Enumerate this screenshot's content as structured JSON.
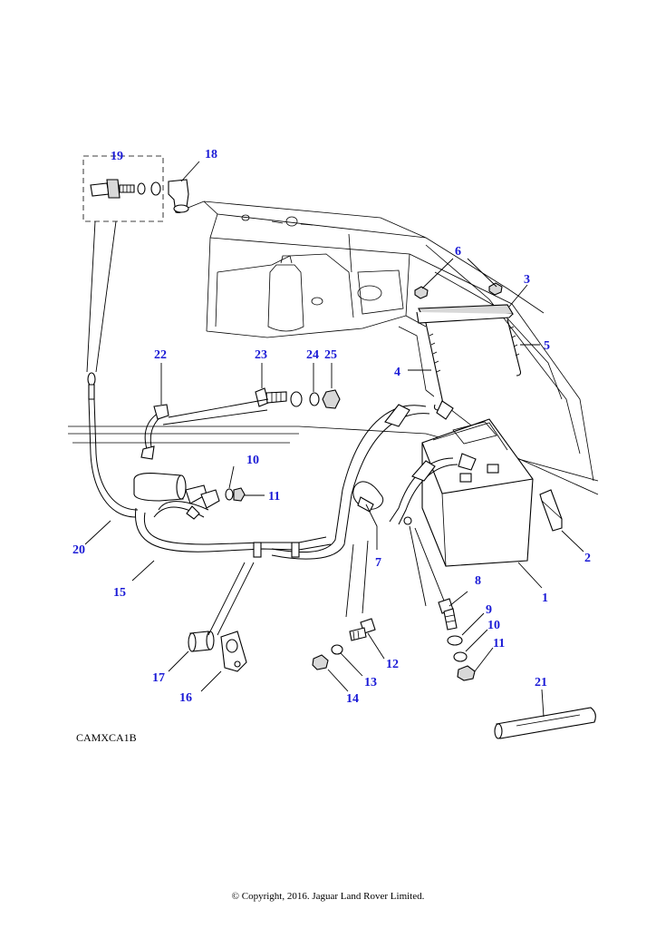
{
  "reference_code": "CAMXCA1B",
  "copyright": "© Copyright, 2016. Jaguar Land Rover Limited.",
  "callouts": [
    {
      "id": "c1",
      "label": "1"
    },
    {
      "id": "c2",
      "label": "2"
    },
    {
      "id": "c3",
      "label": "3"
    },
    {
      "id": "c4",
      "label": "4"
    },
    {
      "id": "c5",
      "label": "5"
    },
    {
      "id": "c6",
      "label": "6"
    },
    {
      "id": "c7",
      "label": "7"
    },
    {
      "id": "c8",
      "label": "8"
    },
    {
      "id": "c9",
      "label": "9"
    },
    {
      "id": "c10a",
      "label": "10"
    },
    {
      "id": "c10b",
      "label": "10"
    },
    {
      "id": "c11a",
      "label": "11"
    },
    {
      "id": "c11b",
      "label": "11"
    },
    {
      "id": "c12",
      "label": "12"
    },
    {
      "id": "c13",
      "label": "13"
    },
    {
      "id": "c14",
      "label": "14"
    },
    {
      "id": "c15",
      "label": "15"
    },
    {
      "id": "c16",
      "label": "16"
    },
    {
      "id": "c17",
      "label": "17"
    },
    {
      "id": "c18",
      "label": "18"
    },
    {
      "id": "c19",
      "label": "19"
    },
    {
      "id": "c20",
      "label": "20"
    },
    {
      "id": "c21",
      "label": "21"
    },
    {
      "id": "c22",
      "label": "22"
    },
    {
      "id": "c23",
      "label": "23"
    },
    {
      "id": "c24",
      "label": "24"
    },
    {
      "id": "c25",
      "label": "25"
    }
  ],
  "colors": {
    "callout": "#1a1ad6",
    "line": "#000000",
    "shade": "#d8d8d8"
  }
}
